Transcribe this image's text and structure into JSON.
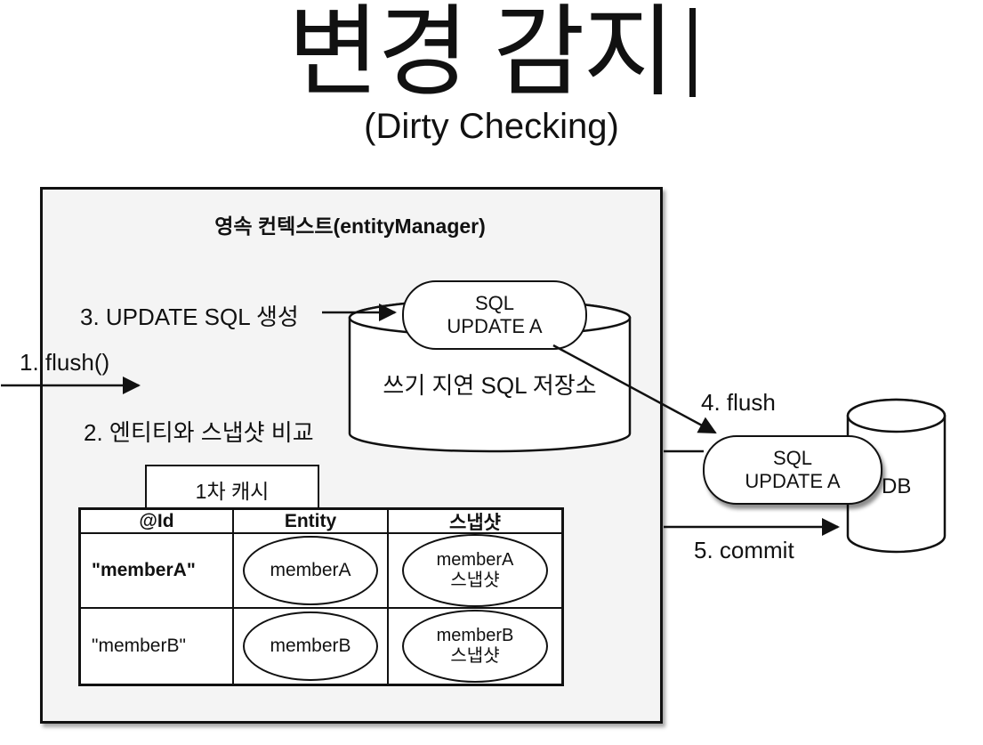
{
  "title": {
    "text": "변경 감지",
    "subtitle": "(Dirty Checking)"
  },
  "context_box": {
    "header": "영속 컨텍스트(entityManager)"
  },
  "steps": {
    "flush": "1. flush()",
    "compare": "2. 엔티티와 스냅샷 비교",
    "update_sql": "3. UPDATE SQL 생성",
    "flush2": "4. flush",
    "commit": "5. commit"
  },
  "write_behind_store": {
    "label": "쓰기 지연 SQL 저장소",
    "sql": {
      "line1": "SQL",
      "line2": "UPDATE A"
    }
  },
  "db": {
    "label": "DB",
    "sql": {
      "line1": "SQL",
      "line2": "UPDATE A"
    }
  },
  "first_level_cache": {
    "tab": "1차 캐시",
    "columns": [
      "@Id",
      "Entity",
      "스냅샷"
    ],
    "rows": [
      {
        "id": "\"memberA\"",
        "entity": "memberA",
        "snapshot_line1": "memberA",
        "snapshot_line2": "스냅샷"
      },
      {
        "id": "\"memberB\"",
        "entity": "memberB",
        "snapshot_line1": "memberB",
        "snapshot_line2": "스냅샷"
      }
    ]
  },
  "colors": {
    "stroke": "#111111",
    "box_fill": "#f4f4f4",
    "background": "#ffffff"
  }
}
